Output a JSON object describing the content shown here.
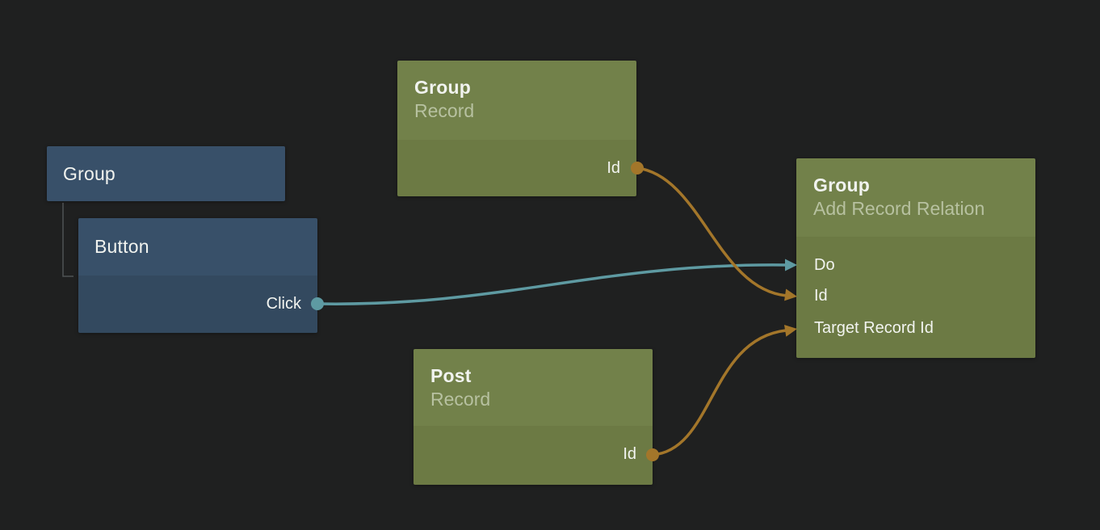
{
  "app": {
    "view": "workflow-node-graph"
  },
  "colors": {
    "background": "#1f2020",
    "blue_header": "#385069",
    "blue_body": "#33495f",
    "green_header": "#72814a",
    "green_body": "#6c7a44",
    "teal": "#5e9aa2",
    "orange": "#a3762a",
    "hierarchy_line": "#4f5254",
    "title_text": "#f1f3ef",
    "subtitle_text": "#b7c1a0"
  },
  "nodes": {
    "group_element": {
      "title": "Group"
    },
    "button_element": {
      "title": "Button",
      "outputs": [
        {
          "label": "Click"
        }
      ]
    },
    "group_record": {
      "title": "Group",
      "subtitle": "Record",
      "outputs": [
        {
          "label": "Id"
        }
      ]
    },
    "post_record": {
      "title": "Post",
      "subtitle": "Record",
      "outputs": [
        {
          "label": "Id"
        }
      ]
    },
    "group_action": {
      "title": "Group",
      "subtitle": "Add Record Relation",
      "inputs": [
        {
          "label": "Do"
        },
        {
          "label": "Id"
        },
        {
          "label": "Target Record Id"
        }
      ]
    }
  },
  "edges": [
    {
      "from": "Button.Click",
      "to": "Group Add Record Relation.Do",
      "color": "teal"
    },
    {
      "from": "Group Record.Id",
      "to": "Group Add Record Relation.Id",
      "color": "orange"
    },
    {
      "from": "Post Record.Id",
      "to": "Group Add Record Relation.Target Record Id",
      "color": "orange"
    }
  ],
  "hierarchy": [
    {
      "parent": "Group",
      "child": "Button"
    }
  ]
}
